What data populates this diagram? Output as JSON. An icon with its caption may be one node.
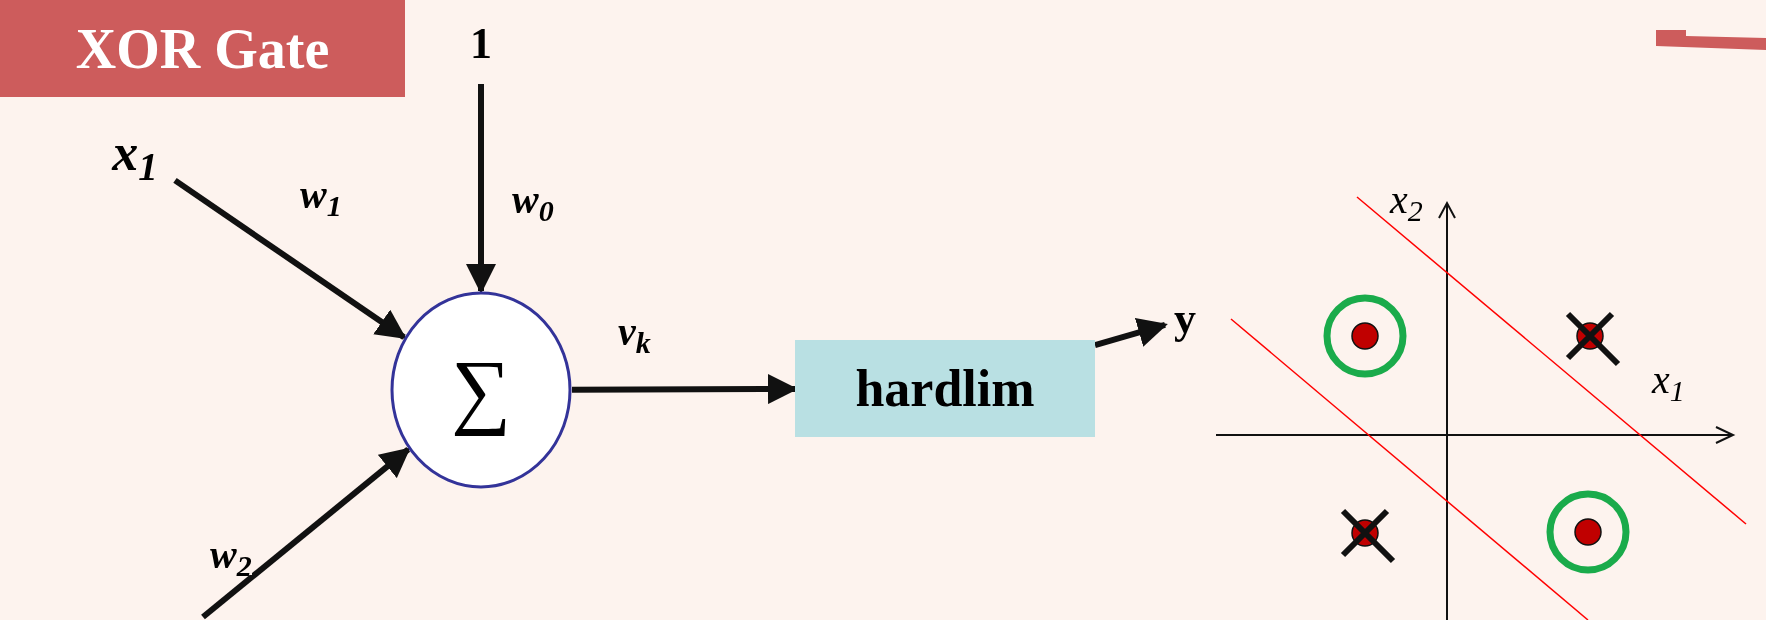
{
  "diagram": {
    "title": "XOR Gate",
    "nodes": [
      {
        "text": [
          "x$_{1}$"
        ]
      },
      {
        "text": [
          "1"
        ]
      },
      {
        "text": [
          "∑"
        ]
      },
      {
        "text": [
          "hardlim"
        ]
      },
      {
        "text": [
          "y"
        ]
      }
    ],
    "edges": [
      {
        "from": 0,
        "to": 2,
        "arrow": "to",
        "label": "w$_{1}$"
      },
      {
        "from": 1,
        "to": 2,
        "arrow": "to",
        "label": "w$_{0}$"
      },
      {
        "from": null,
        "to": 2,
        "arrow": "to",
        "label": "w$_{2}$"
      },
      {
        "from": 2,
        "to": 3,
        "arrow": "to",
        "label": "v$_{k}$"
      },
      {
        "from": 3,
        "to": 4,
        "arrow": "to"
      }
    ],
    "labels": [
      "x$_{2}$",
      "x$_{1}$"
    ]
  }
}
